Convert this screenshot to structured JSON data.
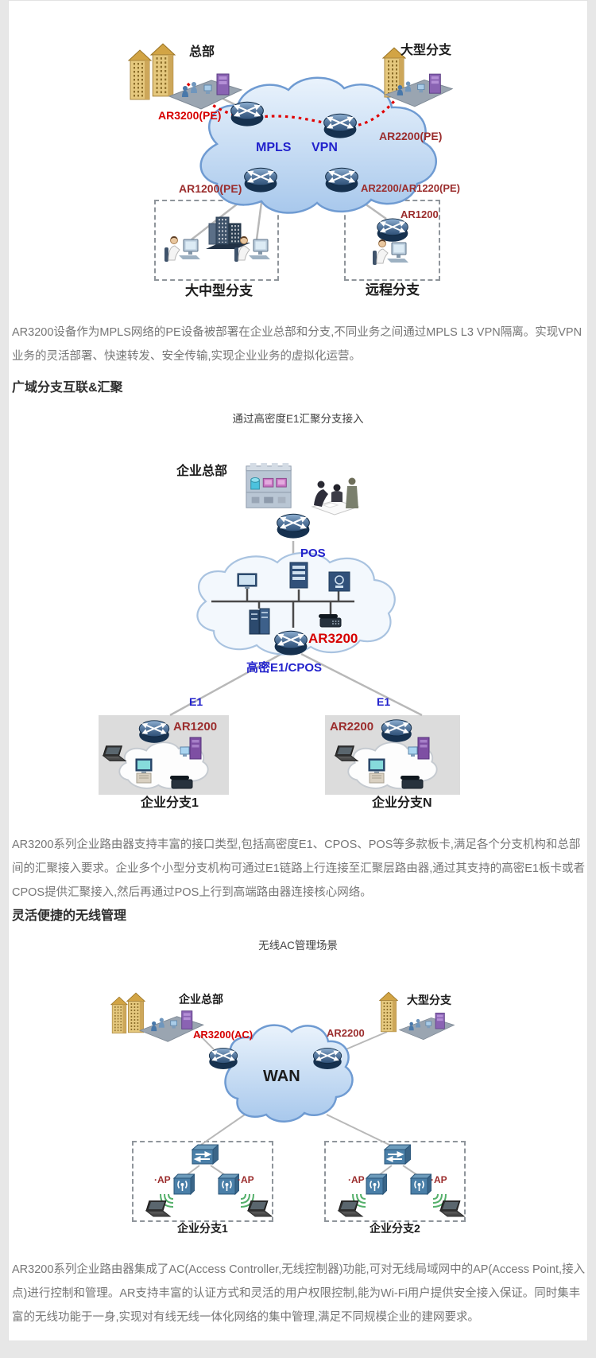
{
  "content": {
    "para_mpls": "AR3200设备作为MPLS网络的PE设备被部署在企业总部和分支,不同业务之间通过MPLS L3 VPN隔离。实现VPN业务的灵活部署、快速转发、安全传输,实现企业业务的虚拟化运营。",
    "heading_e1": "广域分支互联&汇聚",
    "caption_e1": "通过高密度E1汇聚分支接入",
    "para_e1": "AR3200系列企业路由器支持丰富的接口类型,包括高密度E1、CPOS、POS等多款板卡,满足各个分支机构和总部间的汇聚接入要求。企业多个小型分支机构可通过E1链路上行连接至汇聚层路由器,通过其支持的高密E1板卡或者CPOS提供汇聚接入,然后再通过POS上行到高端路由器连接核心网络。",
    "heading_wlan": "灵活便捷的无线管理",
    "caption_wlan": "无线AC管理场景",
    "para_wlan": "AR3200系列企业路由器集成了AC(Access Controller,无线控制器)功能,可对无线局域网中的AP(Access Point,接入点)进行控制和管理。AR支持丰富的认证方式和灵活的用户权限控制,能为Wi-Fi用户提供安全接入保证。同时集丰富的无线功能于一身,实现对有线无线一体化网络的集中管理,满足不同规模企业的建网要求。"
  },
  "diagram_mpls": {
    "hq": "总部",
    "large_branch": "大型分支",
    "ar3200_pe": "AR3200(PE)",
    "ar2200_pe": "AR2200(PE)",
    "ar1200_pe": "AR1200(PE)",
    "ar2200_ar1220_pe": "AR2200/AR1220(PE)",
    "mpls": "MPLS",
    "vpn": "VPN",
    "ar1200": "AR1200",
    "medium_branch": "大中型分支",
    "remote_branch": "远程分支"
  },
  "diagram_e1": {
    "hq": "企业总部",
    "pos": "POS",
    "ar3200": "AR3200",
    "e1_cpos": "高密E1/CPOS",
    "e1": "E1",
    "ar1200": "AR1200",
    "ar2200": "AR2200",
    "branch1": "企业分支1",
    "branchN": "企业分支N"
  },
  "diagram_wlan": {
    "hq": "企业总部",
    "large_branch": "大型分支",
    "ar3200_ac": "AR3200(AC)",
    "ar2200": "AR2200",
    "wan": "WAN",
    "ap": "·AP",
    "branch1": "企业分支1",
    "branch2": "企业分支2"
  },
  "colors": {
    "accent_red": "#d60000",
    "dark_red": "#9b2d2d",
    "label_blue": "#2222cc",
    "cloud_stroke": "#6f9bd2",
    "body_text": "#767676"
  }
}
